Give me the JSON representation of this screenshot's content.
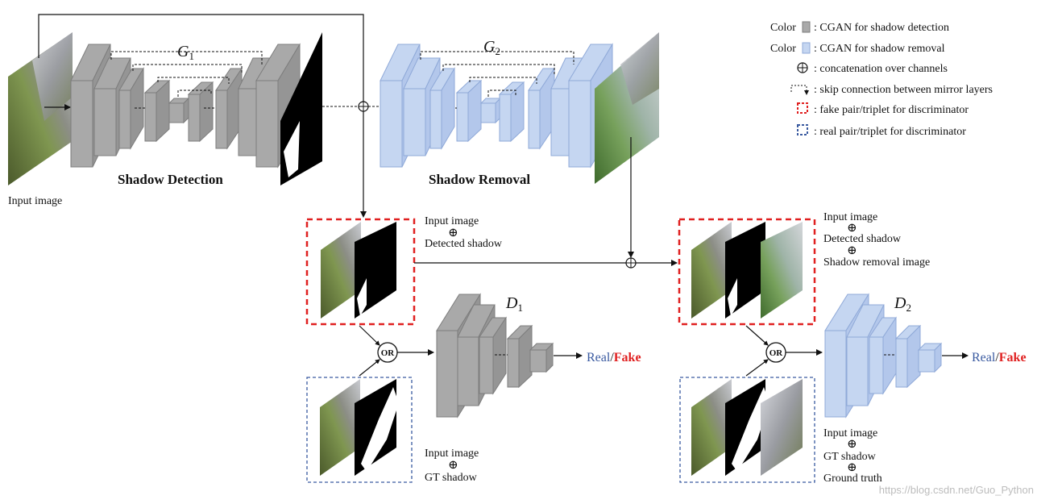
{
  "colors": {
    "gray_block": "#a9a9a9",
    "blue_block": "#c5d6f1",
    "blue_stroke": "#8fa9d8",
    "fake_border": "#e02020",
    "real_border": "#3a5aa0",
    "real_text": "#3a5aa0",
    "fake_text": "#e02020"
  },
  "generator_1": {
    "letter": "G",
    "sub": "1",
    "caption": "Shadow Detection"
  },
  "generator_2": {
    "letter": "G",
    "sub": "2",
    "caption": "Shadow Removal"
  },
  "input_caption": "Input image",
  "discriminator_1": {
    "letter": "D",
    "sub": "1"
  },
  "discriminator_2": {
    "letter": "D",
    "sub": "2"
  },
  "or_label": "OR",
  "output": {
    "real": "Real",
    "slash": "/",
    "fake": "Fake"
  },
  "oplus": "⊕",
  "pair_fake_1": [
    "Input image",
    "Detected shadow"
  ],
  "pair_real_1": [
    "Input image",
    "GT shadow"
  ],
  "triplet_fake_2": [
    "Input image",
    "Detected shadow",
    "Shadow removal image"
  ],
  "triplet_real_2": [
    "Input image",
    "GT shadow",
    "Ground truth"
  ],
  "legend": {
    "color_word": "Color",
    "items": [
      ": CGAN for shadow detection",
      ": CGAN for shadow removal",
      ": concatenation over channels",
      ": skip connection between mirror layers",
      ": fake pair/triplet for discriminator",
      ": real pair/triplet for discriminator"
    ]
  },
  "watermark": "https://blog.csdn.net/Guo_Python"
}
